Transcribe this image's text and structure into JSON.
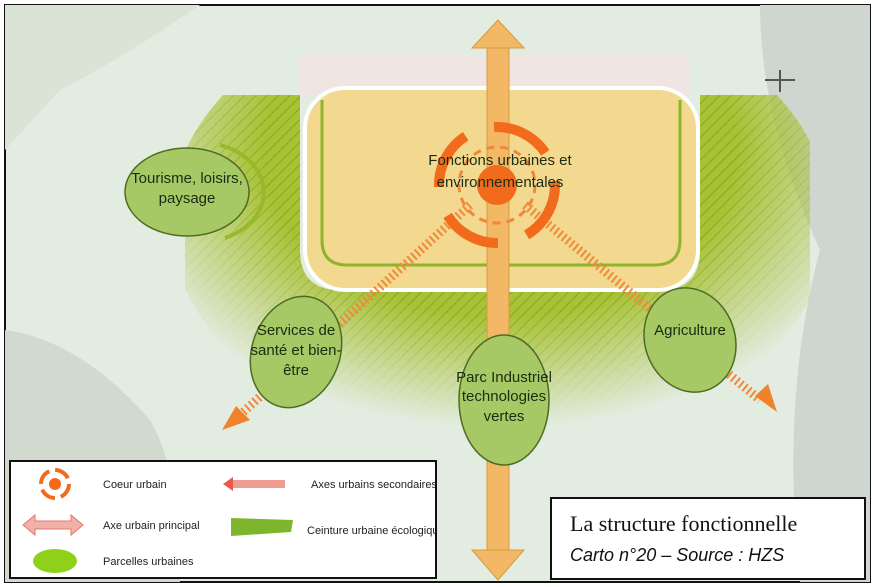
{
  "map": {
    "zones": [
      {
        "id": "core",
        "label_lines": [
          "Fonctions urbaines et",
          "environnementales"
        ]
      },
      {
        "id": "tourism",
        "label_lines": [
          "Tourisme, loisirs,",
          "paysage"
        ]
      },
      {
        "id": "health",
        "label_lines": [
          "Services de",
          "santé et bien-",
          "être"
        ]
      },
      {
        "id": "industry",
        "label_lines": [
          "Parc Industriel",
          "technologies",
          "vertes"
        ]
      },
      {
        "id": "agriculture",
        "label_lines": [
          "Agriculture"
        ]
      }
    ],
    "colors": {
      "core": "#f26b1d",
      "belt": "#9ab82a",
      "parcel": "#a6c966",
      "axis": "#f0b35a",
      "background": "#e4ede0"
    }
  },
  "legend": {
    "items": [
      {
        "label": "Coeur urbain",
        "icon": "urban-core-icon"
      },
      {
        "label": "Axes urbains secondaires",
        "icon": "secondary-axis-arrow-icon"
      },
      {
        "label": "Axe urbain principal",
        "icon": "main-axis-arrow-icon"
      },
      {
        "label": "Ceinture urbaine écologique",
        "icon": "ecological-belt-icon"
      },
      {
        "label": "Parcelles urbaines",
        "icon": "urban-parcel-icon"
      }
    ]
  },
  "title": {
    "main": "La structure fonctionnelle",
    "source": "Carto n°20 – Source : HZS"
  }
}
